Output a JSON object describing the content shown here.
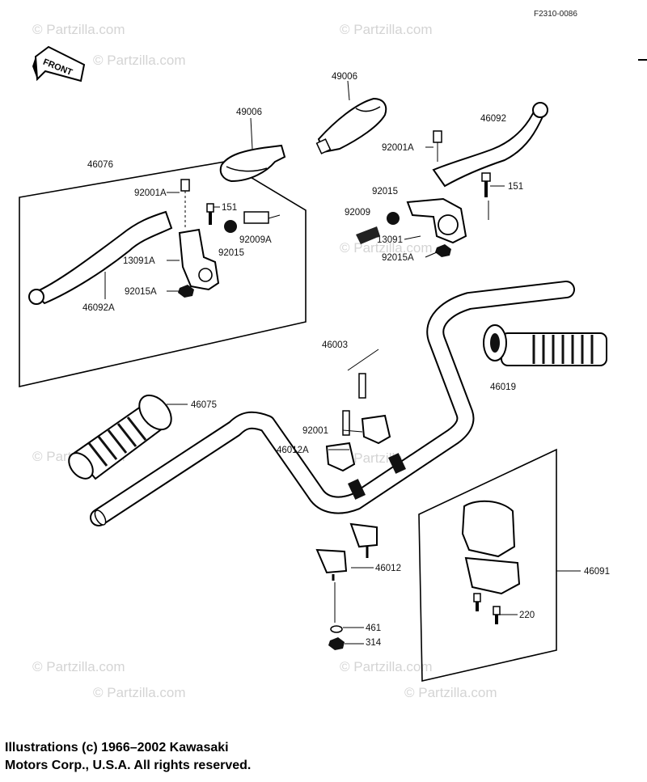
{
  "figure_code": "F2310-0086",
  "front_label": "FRONT",
  "watermark": "© Partzilla.com",
  "part_labels": {
    "p49006_a": "49006",
    "p49006_b": "49006",
    "p46076": "46076",
    "p92001A_left": "92001A",
    "p151_left": "151",
    "p92009A": "92009A",
    "p92015_left": "92015",
    "p13091A": "13091A",
    "p92015A_left": "92015A",
    "p46092A": "46092A",
    "p46092": "46092",
    "p92001A_right": "92001A",
    "p151_right": "151",
    "p92015_right": "92015",
    "p92009": "92009",
    "p13091": "13091",
    "p92015A_right": "92015A",
    "p46003": "46003",
    "p46019": "46019",
    "p46075": "46075",
    "p92001": "92001",
    "p46012A": "46012A",
    "p46012": "46012",
    "p46091": "46091",
    "p461": "461",
    "p314": "314",
    "p220": "220"
  },
  "footer": {
    "line1": "Illustrations (c) 1966–2002 Kawasaki",
    "line2": "Motors Corp., U.S.A.  All rights reserved."
  }
}
